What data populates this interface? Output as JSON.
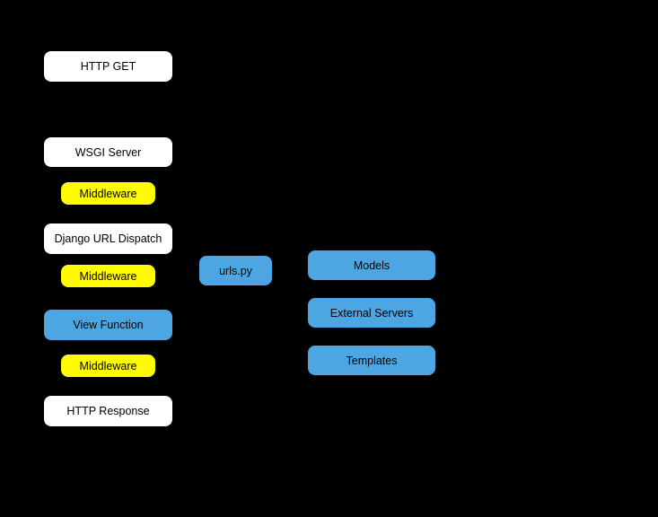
{
  "diagram": {
    "background": "#000000",
    "text_color": "#000000"
  },
  "colors": {
    "white": "#ffffff",
    "yellow": "#fffb00",
    "blue": "#4da6e2"
  },
  "nodes": [
    {
      "id": "http-get",
      "label": "HTTP GET",
      "kind": "white"
    },
    {
      "id": "wsgi-server",
      "label": "WSGI Server",
      "kind": "white"
    },
    {
      "id": "middleware-1",
      "label": "Middleware",
      "kind": "yellow"
    },
    {
      "id": "django-url-dispatch",
      "label": "Django URL Dispatch",
      "kind": "white"
    },
    {
      "id": "middleware-2",
      "label": "Middleware",
      "kind": "yellow"
    },
    {
      "id": "view-function",
      "label": "View Function",
      "kind": "blue"
    },
    {
      "id": "middleware-3",
      "label": "Middleware",
      "kind": "yellow"
    },
    {
      "id": "http-response",
      "label": "HTTP Response",
      "kind": "white"
    },
    {
      "id": "urls-py",
      "label": "urls.py",
      "kind": "blue"
    },
    {
      "id": "models",
      "label": "Models",
      "kind": "blue"
    },
    {
      "id": "external-servers",
      "label": "External Servers",
      "kind": "blue"
    },
    {
      "id": "templates",
      "label": "Templates",
      "kind": "blue"
    }
  ]
}
